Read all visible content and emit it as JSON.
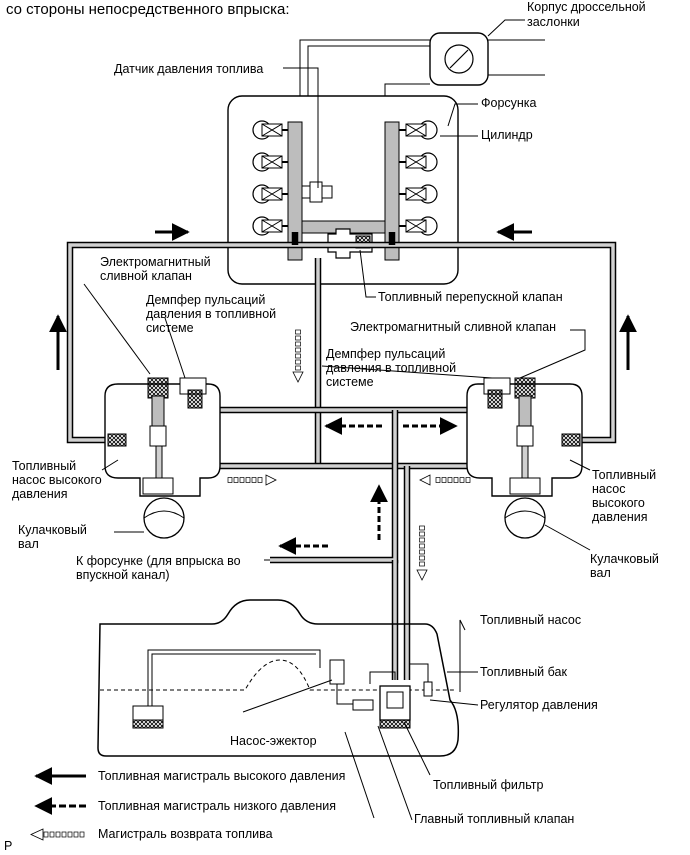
{
  "header": "со стороны непосредственного впрыска:",
  "labels": {
    "throttle_body": [
      "Корпус дроссельной",
      "заслонки"
    ],
    "fuel_pressure_sensor": "Датчик давления топлива",
    "injector": "Форсунка",
    "cylinder": "Цилиндр",
    "spill_valve_left": [
      "Электромагнитный",
      "сливной клапан"
    ],
    "damper_left": [
      "Демпфер пульсаций",
      "давления в топливной",
      "системе"
    ],
    "relief_valve": "Топливный перепускной клапан",
    "spill_valve_right": "Электромагнитный сливной клапан",
    "damper_right": [
      "Демпфер пульсаций",
      "давления в топливной",
      "системе"
    ],
    "hp_pump_left": [
      "Топливный",
      "насос высокого",
      "давления"
    ],
    "hp_pump_right": [
      "Топливный",
      "насос",
      "высокого",
      "давления"
    ],
    "camshaft_left": [
      "Кулачковый",
      "вал"
    ],
    "camshaft_right": [
      "Кулачковый",
      "вал"
    ],
    "port_injector": [
      "К форсунке (для впрыска во",
      "впускной канал)"
    ],
    "fuel_pump": "Топливный насос",
    "fuel_tank": "Топливный бак",
    "pressure_regulator": "Регулятор давления",
    "jet_pump": "Насос-эжектор",
    "fuel_filter": "Топливный фильтр",
    "main_valve": "Главный топливный клапан"
  },
  "legend": [
    {
      "style": "high",
      "label": "Топливная магистраль высокого давления"
    },
    {
      "style": "low",
      "label": "Топливная магистраль низкого давления"
    },
    {
      "style": "return",
      "label": "Магистраль возврата топлива"
    }
  ],
  "footer_mark": "P"
}
